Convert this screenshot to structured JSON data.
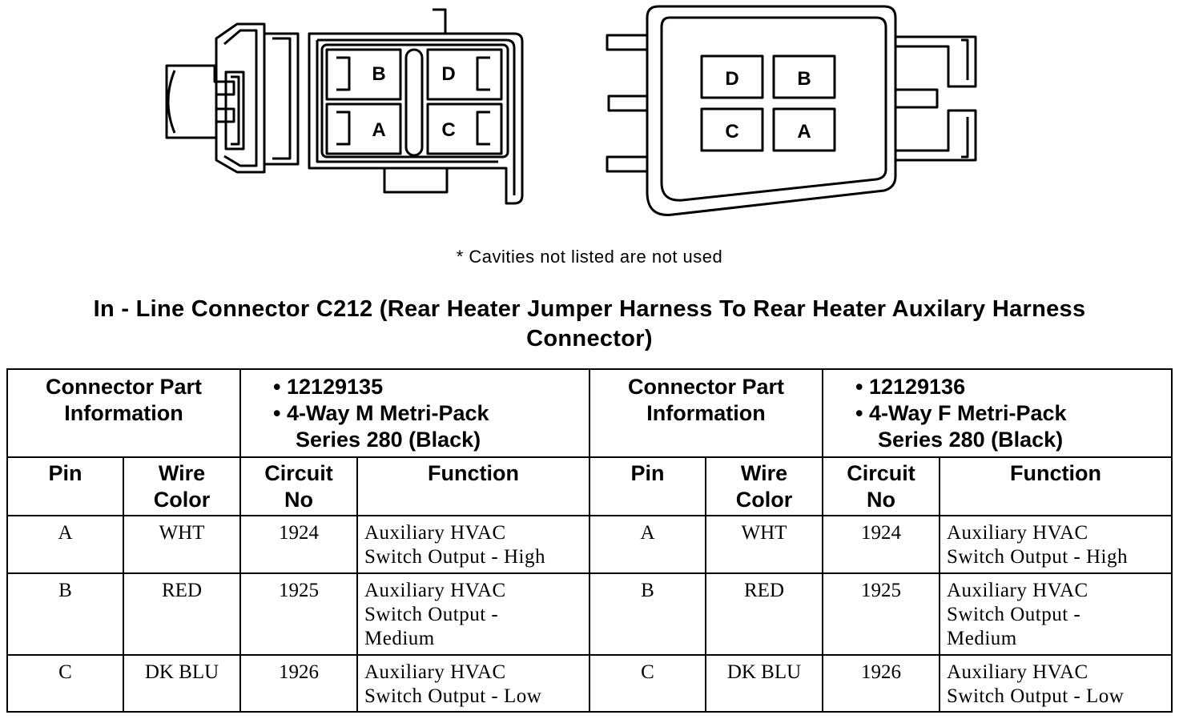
{
  "connector_left": {
    "cavities": [
      {
        "id": "cav-b",
        "label": "B"
      },
      {
        "id": "cav-d",
        "label": "D"
      },
      {
        "id": "cav-a",
        "label": "A"
      },
      {
        "id": "cav-c",
        "label": "C"
      }
    ]
  },
  "connector_right": {
    "cavities": [
      {
        "id": "cav-d",
        "label": "D"
      },
      {
        "id": "cav-b",
        "label": "B"
      },
      {
        "id": "cav-c",
        "label": "C"
      },
      {
        "id": "cav-a",
        "label": "A"
      }
    ]
  },
  "note": "* Cavities not listed are not used",
  "title": {
    "line1": "In - Line Connector C212 (Rear Heater Jumper Harness To Rear Heater Auxilary Harness",
    "line2": "Connector)"
  },
  "table": {
    "part_info_label": {
      "line1": "Connector Part",
      "line2": "Information"
    },
    "left_part": {
      "part_number": "• 12129135",
      "desc1": "• 4-Way M Metri-Pack",
      "desc2": "Series 280 (Black)"
    },
    "right_part": {
      "part_number": "• 12129136",
      "desc1": "• 4-Way F Metri-Pack",
      "desc2": "Series 280 (Black)"
    },
    "headers": {
      "pin": "Pin",
      "wire1": "Wire",
      "wire2": "Color",
      "circuit1": "Circuit",
      "circuit2": "No",
      "function": "Function"
    },
    "rows": [
      {
        "pin": "A",
        "wire": "WHT",
        "circuit": "1924",
        "function": [
          "Auxiliary HVAC",
          "Switch Output - High"
        ]
      },
      {
        "pin": "B",
        "wire": "RED",
        "circuit": "1925",
        "function": [
          "Auxiliary HVAC",
          "Switch Output -",
          "Medium"
        ]
      },
      {
        "pin": "C",
        "wire": "DK BLU",
        "circuit": "1926",
        "function": [
          "Auxiliary HVAC",
          "Switch Output - Low"
        ]
      }
    ]
  }
}
